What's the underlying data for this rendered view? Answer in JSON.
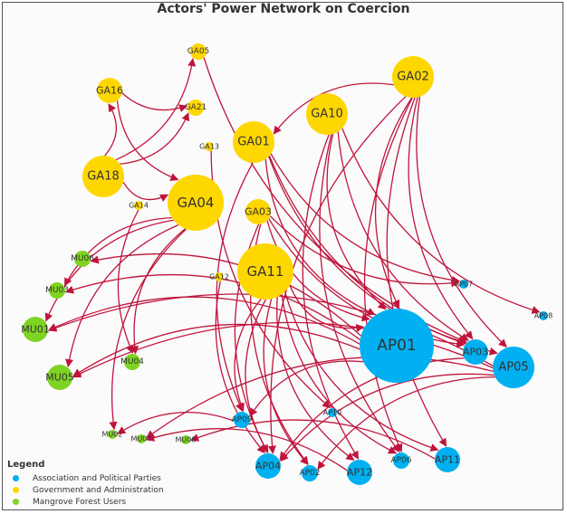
{
  "title": "Actors' Power Network on Coercion",
  "colors": {
    "association": "#00b0f0",
    "government": "#ffd700",
    "mangrove": "#7fd322",
    "edge": "#c0143c"
  },
  "legend": {
    "title": "Legend",
    "items": [
      {
        "label": "Association and Political Parties",
        "group": "association"
      },
      {
        "label": "Government and Administration",
        "group": "government"
      },
      {
        "label": "Mangrove Forest Users",
        "group": "mangrove"
      }
    ]
  },
  "nodes": [
    {
      "id": "GA05",
      "group": "government",
      "size": "small"
    },
    {
      "id": "GA16",
      "group": "government",
      "size": "medium"
    },
    {
      "id": "GA21",
      "group": "government",
      "size": "small"
    },
    {
      "id": "GA02",
      "group": "government",
      "size": "large"
    },
    {
      "id": "GA10",
      "group": "government",
      "size": "large"
    },
    {
      "id": "GA13",
      "group": "government",
      "size": "tiny"
    },
    {
      "id": "GA01",
      "group": "government",
      "size": "large"
    },
    {
      "id": "GA18",
      "group": "government",
      "size": "large"
    },
    {
      "id": "GA04",
      "group": "government",
      "size": "xlarge"
    },
    {
      "id": "GA14",
      "group": "government",
      "size": "tiny"
    },
    {
      "id": "GA03",
      "group": "government",
      "size": "medium"
    },
    {
      "id": "GA11",
      "group": "government",
      "size": "xlarge"
    },
    {
      "id": "GA12",
      "group": "government",
      "size": "tiny"
    },
    {
      "id": "MU06",
      "group": "mangrove",
      "size": "small"
    },
    {
      "id": "MU03",
      "group": "mangrove",
      "size": "small"
    },
    {
      "id": "MU01",
      "group": "mangrove",
      "size": "medium"
    },
    {
      "id": "MU04",
      "group": "mangrove",
      "size": "small"
    },
    {
      "id": "MU05",
      "group": "mangrove",
      "size": "medium"
    },
    {
      "id": "MU02",
      "group": "mangrove",
      "size": "tiny"
    },
    {
      "id": "MU07",
      "group": "mangrove",
      "size": "tiny"
    },
    {
      "id": "MU08",
      "group": "mangrove",
      "size": "tiny"
    },
    {
      "id": "AP07",
      "group": "association",
      "size": "tiny"
    },
    {
      "id": "AP08",
      "group": "association",
      "size": "tiny"
    },
    {
      "id": "AP01",
      "group": "association",
      "size": "huge"
    },
    {
      "id": "AP03",
      "group": "association",
      "size": "medium"
    },
    {
      "id": "AP05",
      "group": "association",
      "size": "large"
    },
    {
      "id": "AP09",
      "group": "association",
      "size": "small"
    },
    {
      "id": "AP10",
      "group": "association",
      "size": "tiny"
    },
    {
      "id": "AP04",
      "group": "association",
      "size": "medium"
    },
    {
      "id": "AP02",
      "group": "association",
      "size": "small"
    },
    {
      "id": "AP12",
      "group": "association",
      "size": "medium"
    },
    {
      "id": "AP06",
      "group": "association",
      "size": "small"
    },
    {
      "id": "AP11",
      "group": "association",
      "size": "medium"
    }
  ],
  "edges": [
    [
      "GA18",
      "GA16"
    ],
    [
      "GA18",
      "GA05"
    ],
    [
      "GA18",
      "GA21"
    ],
    [
      "GA18",
      "GA04"
    ],
    [
      "GA16",
      "GA21"
    ],
    [
      "GA16",
      "GA04"
    ],
    [
      "GA04",
      "MU03"
    ],
    [
      "GA04",
      "MU01"
    ],
    [
      "GA04",
      "MU04"
    ],
    [
      "GA04",
      "MU05"
    ],
    [
      "GA04",
      "MU02"
    ],
    [
      "GA14",
      "MU04"
    ],
    [
      "GA05",
      "AP03"
    ],
    [
      "GA13",
      "AP10"
    ],
    [
      "GA02",
      "GA01"
    ],
    [
      "GA02",
      "AP01"
    ],
    [
      "GA02",
      "AP03"
    ],
    [
      "GA02",
      "AP05"
    ],
    [
      "GA02",
      "AP11"
    ],
    [
      "GA02",
      "AP06"
    ],
    [
      "GA02",
      "AP04"
    ],
    [
      "GA10",
      "AP01"
    ],
    [
      "GA10",
      "AP03"
    ],
    [
      "GA10",
      "AP12"
    ],
    [
      "GA10",
      "AP06"
    ],
    [
      "GA10",
      "AP08"
    ],
    [
      "GA01",
      "AP01"
    ],
    [
      "GA01",
      "AP03"
    ],
    [
      "GA01",
      "AP05"
    ],
    [
      "GA01",
      "AP07"
    ],
    [
      "GA01",
      "AP09"
    ],
    [
      "GA03",
      "AP01"
    ],
    [
      "GA03",
      "AP03"
    ],
    [
      "GA03",
      "AP07"
    ],
    [
      "GA03",
      "AP02"
    ],
    [
      "GA03",
      "AP04"
    ],
    [
      "GA11",
      "AP01"
    ],
    [
      "GA11",
      "AP04"
    ],
    [
      "GA11",
      "AP02"
    ],
    [
      "GA11",
      "AP12"
    ],
    [
      "GA11",
      "AP09"
    ],
    [
      "GA11",
      "AP11"
    ],
    [
      "GA11",
      "AP06"
    ],
    [
      "GA12",
      "AP04"
    ],
    [
      "AP01",
      "MU06"
    ],
    [
      "AP01",
      "MU03"
    ],
    [
      "AP01",
      "MU01"
    ],
    [
      "AP01",
      "MU05"
    ],
    [
      "AP01",
      "AP09"
    ],
    [
      "AP05",
      "MU01"
    ],
    [
      "AP05",
      "MU05"
    ],
    [
      "AP05",
      "AP04"
    ],
    [
      "AP05",
      "AP02"
    ],
    [
      "AP05",
      "MU07"
    ],
    [
      "AP03",
      "AP04"
    ],
    [
      "AP11",
      "MU08"
    ],
    [
      "AP12",
      "MU07"
    ],
    [
      "AP09",
      "MU02"
    ]
  ]
}
